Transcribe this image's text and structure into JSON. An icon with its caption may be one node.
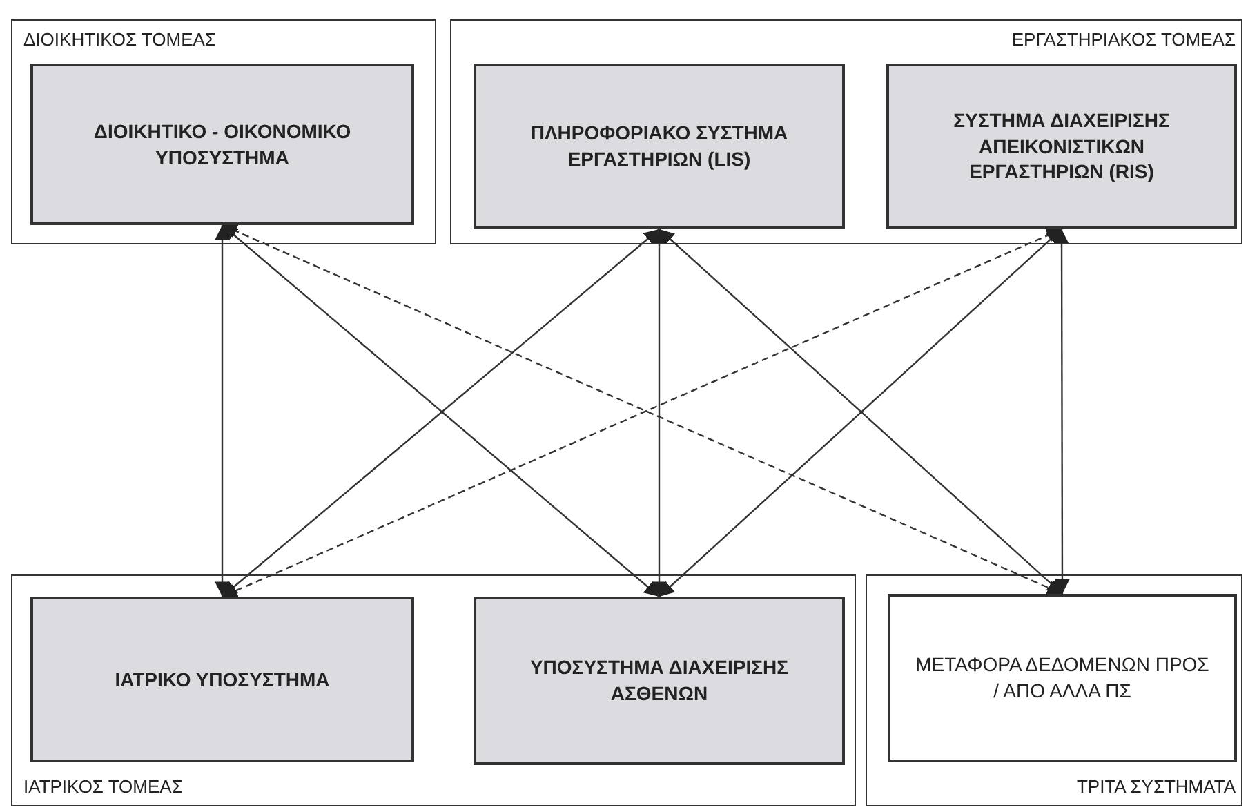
{
  "diagram": {
    "nodes": [
      {
        "text": [
          "ΔΙΟΙΚΗΤΙΚΟΣ ΤΟΜΕΑΣ"
        ]
      },
      {
        "text": [
          "ΔΙΟΙΚΗΤΙΚΟ - ΟΙΚΟΝΟΜΙΚΟ ΥΠΟΣΥΣΤΗΜΑ"
        ],
        "in": 0
      },
      {
        "text": [
          "ΕΡΓΑΣΤΗΡΙΑΚΟΣ ΤΟΜΕΑΣ"
        ]
      },
      {
        "text": [
          "ΠΛΗΡΟΦΟΡΙΑΚΟ ΣΥΣΤΗΜΑ ΕΡΓΑΣΤΗΡΙΩΝ (LIS)"
        ],
        "in": 2
      },
      {
        "text": [
          "ΣΥΣΤΗΜΑ ΔΙΑΧΕΙΡΙΣΗΣ ΑΠΕΙΚΟΝΙΣΤΙΚΩΝ ΕΡΓΑΣΤΗΡΙΩΝ (RIS)"
        ],
        "in": 2
      },
      {
        "text": [
          "ΙΑΤΡΙΚΟΣ ΤΟΜΕΑΣ"
        ]
      },
      {
        "text": [
          "ΙΑΤΡΙΚΟ ΥΠΟΣΥΣΤΗΜΑ"
        ],
        "in": 5
      },
      {
        "text": [
          "ΥΠΟΣΥΣΤΗΜΑ ΔΙΑΧΕΙΡΙΣΗΣ ΑΣΘΕΝΩΝ"
        ],
        "in": 5
      },
      {
        "text": [
          "ΤΡΙΤΑ ΣΥΣΤΗΜΑΤΑ"
        ]
      },
      {
        "text": [
          "ΜΕΤΑΦΟΡΑ ΔΕΔΟΜΕΝΩΝ ΠΡΟΣ / ΑΠΟ ΑΛΛΑ ΠΣ"
        ],
        "in": 8
      }
    ],
    "edges": [
      {
        "from": 1,
        "to": 6,
        "arrow": "both"
      },
      {
        "from": 1,
        "to": 7,
        "arrow": "both"
      },
      {
        "from": 1,
        "to": 9,
        "arrow": "both",
        "style": "dashed"
      },
      {
        "from": 3,
        "to": 6,
        "arrow": "both"
      },
      {
        "from": 3,
        "to": 7,
        "arrow": "both"
      },
      {
        "from": 3,
        "to": 9,
        "arrow": "both"
      },
      {
        "from": 4,
        "to": 6,
        "arrow": "both",
        "style": "dashed"
      },
      {
        "from": 4,
        "to": 7,
        "arrow": "both"
      },
      {
        "from": 4,
        "to": 9,
        "arrow": "both"
      }
    ]
  }
}
